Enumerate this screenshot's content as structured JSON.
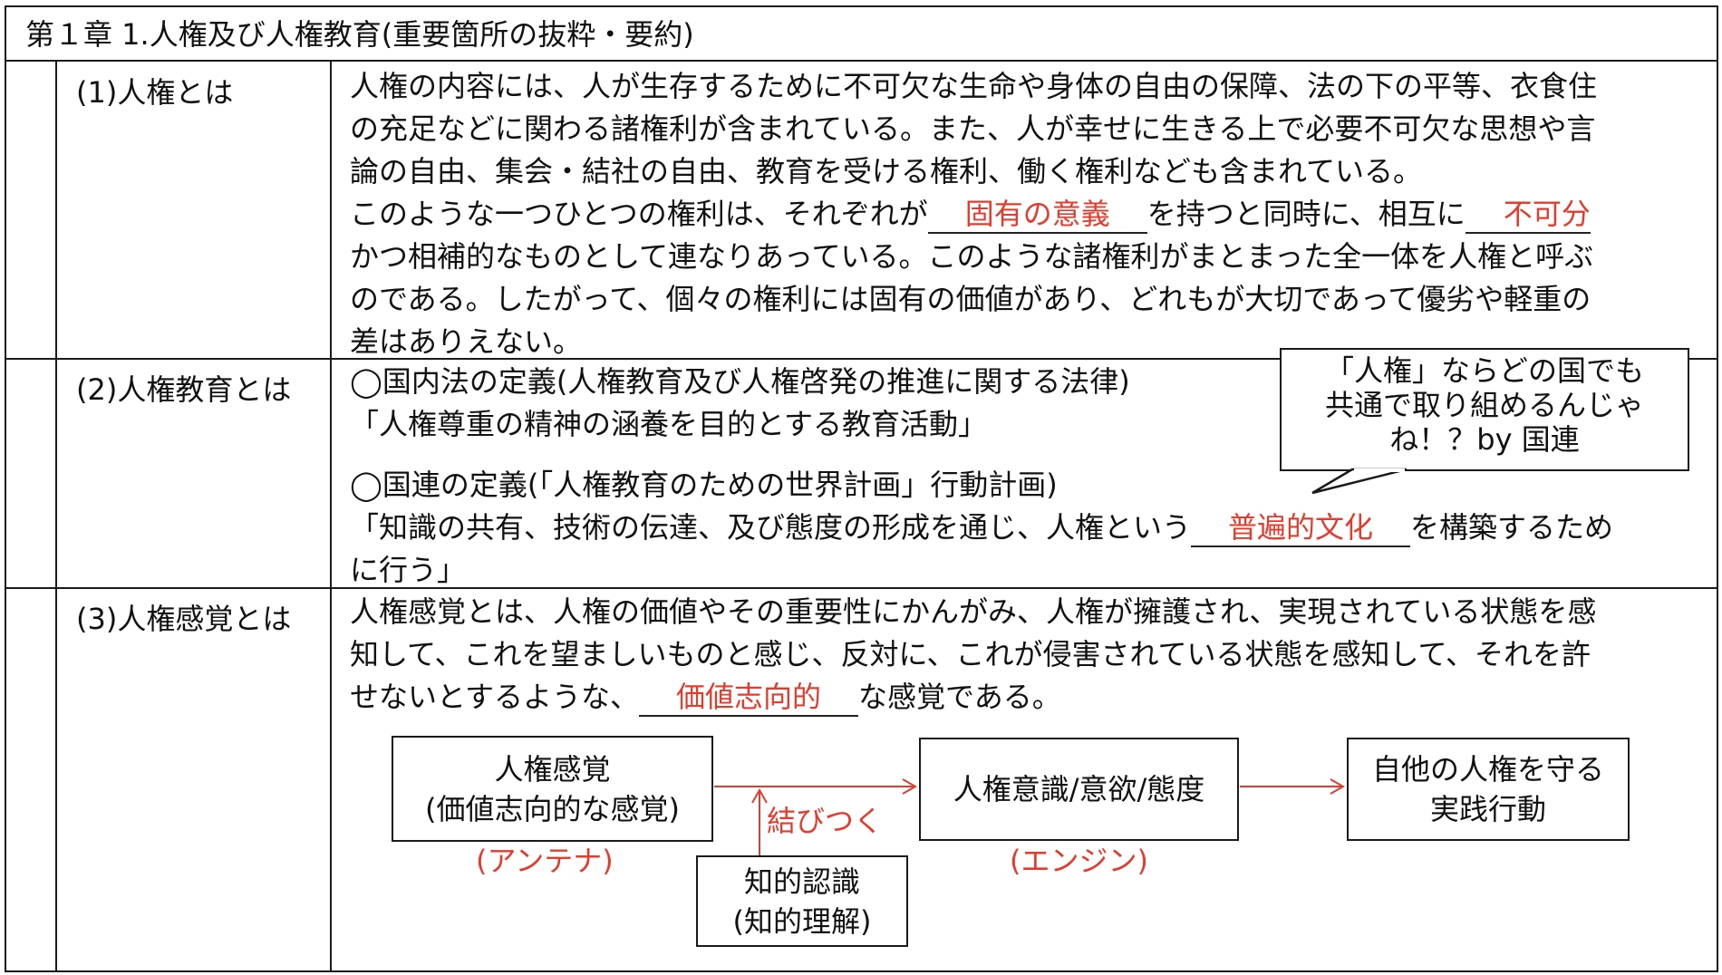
{
  "header": {
    "title": "第１章 1.人権及び人権教育(重要箇所の抜粋・要約)"
  },
  "sections": [
    {
      "label": "(1)人権とは",
      "lines": [
        "人権の内容には、人が生存するために不可欠な生命や身体の自由の保障、法の下の平等、衣食住",
        "の充足などに関わる諸権利が含まれている。また、人が幸せに生きる上で必要不可欠な思想や言",
        "論の自由、集会・結社の自由、教育を受ける権利、働く権利なども含まれている。"
      ],
      "line4_a": "このような一つひとつの権利は、それぞれが",
      "blank1": "固有の意義",
      "line4_b": "を持つと同時に、相互に",
      "blank2": "不可分",
      "lines_after": [
        "かつ相補的なものとして連なりあっている。このような諸権利がまとまった全一体を人権と呼ぶ",
        "のである。したがって、個々の権利には固有の価値があり、どれもが大切であって優劣や軽重の",
        "差はありえない。"
      ]
    },
    {
      "label": "(2)人権教育とは",
      "domestic_heading": "◯国内法の定義(人権教育及び人権啓発の推進に関する法律)",
      "domestic_def": "「人権尊重の精神の涵養を目的とする教育活動」",
      "un_heading": "◯国連の定義(「人権教育のための世界計画」行動計画)",
      "un_def_a": "「知識の共有、技術の伝達、及び態度の形成を通じ、人権という",
      "blank": "普遍的文化",
      "un_def_b": "を構築するため",
      "un_def_c": "に行う」",
      "bubble_lines": [
        "「人権」ならどの国でも",
        "共通で取り組めるんじゃ",
        "ね！？by 国連"
      ]
    },
    {
      "label": "(3)人権感覚とは",
      "line1": "人権感覚とは、人権の価値やその重要性にかんがみ、人権が擁護され、実現されている状態を感",
      "line2": "知して、これを望ましいものと感じ、反対に、これが侵害されている状態を感知して、それを許",
      "line3_a": "せないとするような、",
      "blank": "価値志向的",
      "line3_b": "な感覚である。",
      "diagram": {
        "box1_line1": "人権感覚",
        "box1_line2": "(価値志向的な感覚)",
        "box1_caption": "(アンテナ)",
        "box2": "人権意識/意欲/態度",
        "box2_caption": "(エンジン)",
        "box3_line1": "自他の人権を守る",
        "box3_line2": "実践行動",
        "box4_line1": "知的認識",
        "box4_line2": "(知的理解)",
        "connector_label": "結びつく"
      }
    }
  ],
  "colors": {
    "accent_red": "#e53b2c",
    "border": "#1a1a1a"
  }
}
